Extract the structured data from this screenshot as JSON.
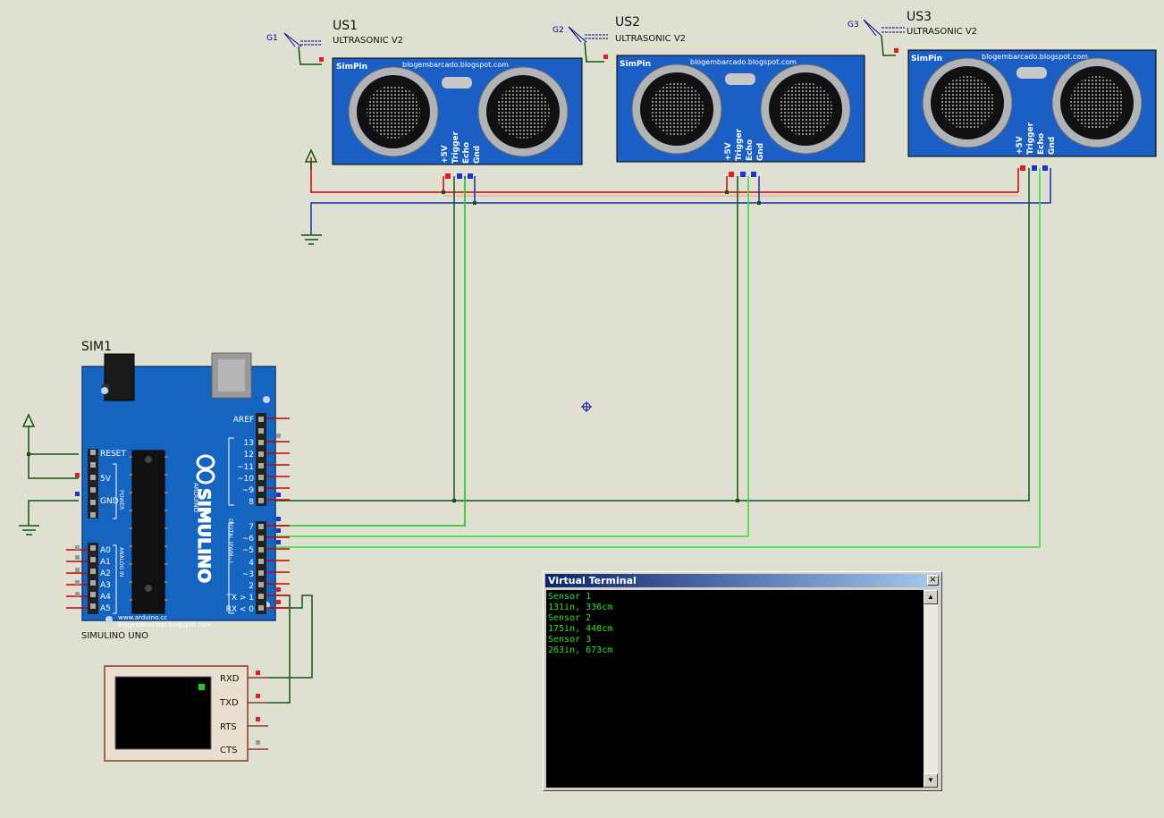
{
  "sensors": [
    {
      "ref": "US1",
      "value": "ULTRASONIC V2",
      "gen": "G1",
      "brand": "SimPin",
      "url": "blogembarcado.blogspot.com",
      "pins": [
        "+5V",
        "Trigger",
        "Echo",
        "Gnd"
      ]
    },
    {
      "ref": "US2",
      "value": "ULTRASONIC V2",
      "gen": "G2",
      "brand": "SimPin",
      "url": "blogembarcado.blogspot.com",
      "pins": [
        "+5V",
        "Trigger",
        "Echo",
        "Gnd"
      ]
    },
    {
      "ref": "US3",
      "value": "ULTRASONIC V2",
      "gen": "G3",
      "brand": "SimPin",
      "url": "blogembarcado.blogspot.com",
      "pins": [
        "+5V",
        "Trigger",
        "Echo",
        "Gnd"
      ]
    }
  ],
  "board": {
    "ref": "SIM1",
    "name": "SIMULINO UNO",
    "logo": "SIMULINO",
    "arduino": "ARDUINO",
    "url1": "www.arduino.cc",
    "url2": "blogembarcado.blogspot.com",
    "digital_label": "DIGITAL (PWM~)",
    "power_label": "POWER",
    "analog_label": "ANALOG IN",
    "left_pins": [
      "RESET",
      "5V",
      "GND"
    ],
    "analog_pins": [
      "A0",
      "A1",
      "A2",
      "A3",
      "A4",
      "A5"
    ],
    "digital_top": [
      "AREF",
      "13",
      "12",
      "~11",
      "~10",
      "~9",
      "8"
    ],
    "digital_bottom": [
      "7",
      "~6",
      "~5",
      "4",
      "~3",
      "2",
      "TX > 1",
      "RX < 0"
    ]
  },
  "serial_terminal": {
    "pins": [
      "RXD",
      "TXD",
      "RTS",
      "CTS"
    ]
  },
  "virtual_terminal": {
    "title": "Virtual Terminal",
    "close": "×",
    "lines": [
      "Sensor 1",
      "131in, 336cm",
      "Sensor 2",
      "175in, 448cm",
      "Sensor 3",
      "263in, 673cm"
    ],
    "text_color": "#32e032"
  },
  "colors": {
    "board": "#1565c0",
    "wire_power": "#cc0000",
    "wire_ground": "#1133aa",
    "wire_trigger": "#115511",
    "wire_echo": "#33dd33",
    "background": "#dfdfd2"
  }
}
